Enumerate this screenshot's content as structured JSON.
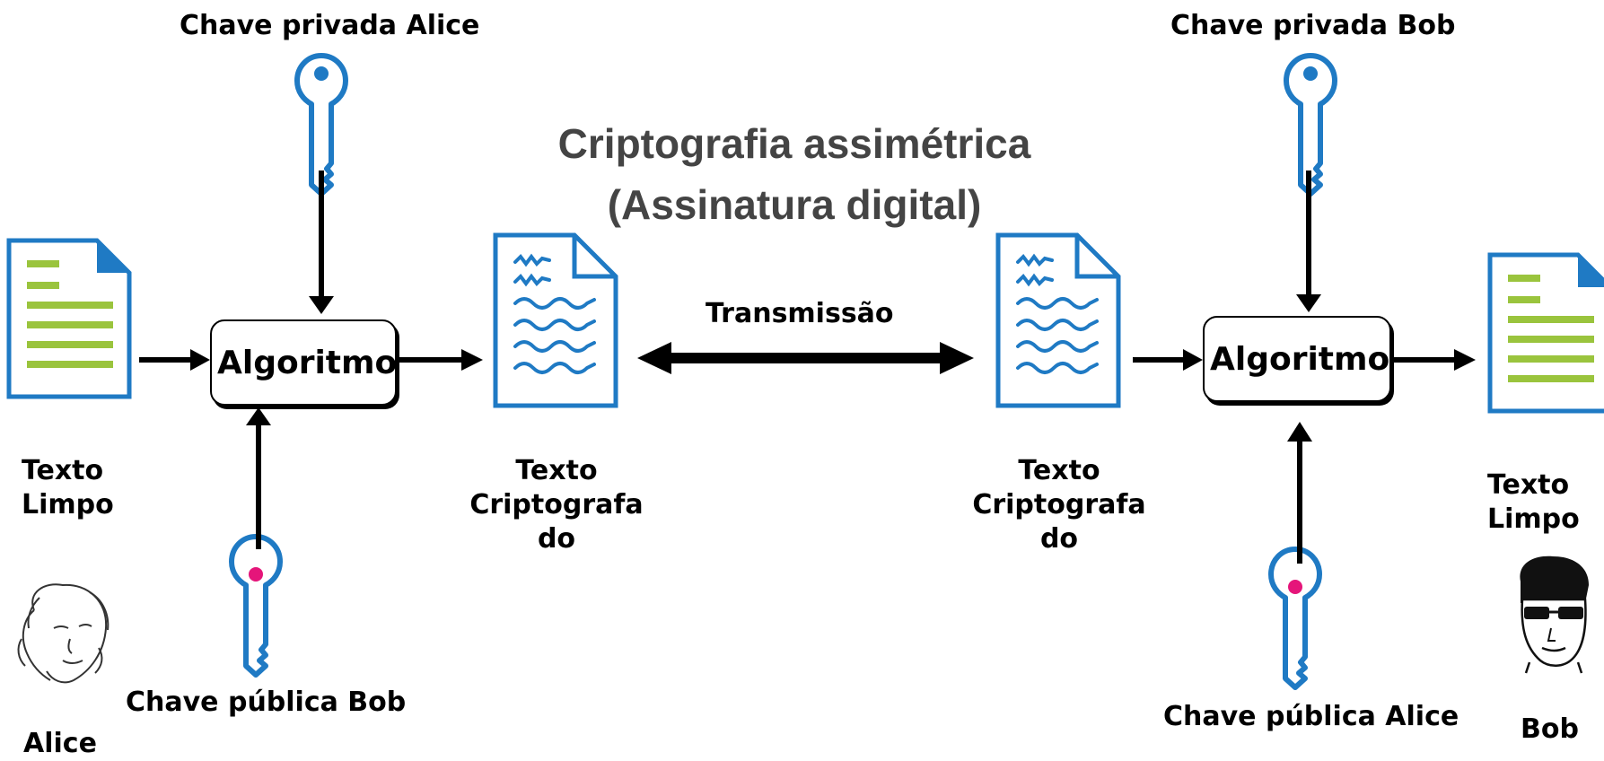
{
  "title": {
    "line1": "Criptografia assimétrica",
    "line2": "(Assinatura digital)"
  },
  "transmission_label": "Transmissão",
  "left": {
    "private_key_label": "Chave privada Alice",
    "public_key_label": "Chave pública Bob",
    "algorithm_label": "Algoritmo",
    "plain_text_label": {
      "line1": "Texto",
      "line2": "Limpo"
    },
    "cipher_text_label": {
      "line1": "Texto",
      "line2": "Criptografa",
      "line3": "do"
    },
    "person_label": "Alice"
  },
  "right": {
    "private_key_label": "Chave privada Bob",
    "public_key_label": "Chave pública Alice",
    "algorithm_label": "Algoritmo",
    "plain_text_label": {
      "line1": "Texto",
      "line2": "Limpo"
    },
    "cipher_text_label": {
      "line1": "Texto",
      "line2": "Criptografa",
      "line3": "do"
    },
    "person_label": "Bob"
  },
  "colors": {
    "doc_blue": "#1f7ac4",
    "text_green": "#9ac43d",
    "private_key_dot": "#1f7ac4",
    "public_key_dot": "#e5157a",
    "title_gray": "#444444",
    "arrow": "#000000"
  },
  "icons": {
    "private_key": "key-icon-blue-dot",
    "public_key": "key-icon-pink-dot",
    "plain_document": "document-lines-icon",
    "cipher_document": "document-scribble-icon",
    "alice": "woman-face-icon",
    "bob": "man-sunglasses-icon"
  }
}
